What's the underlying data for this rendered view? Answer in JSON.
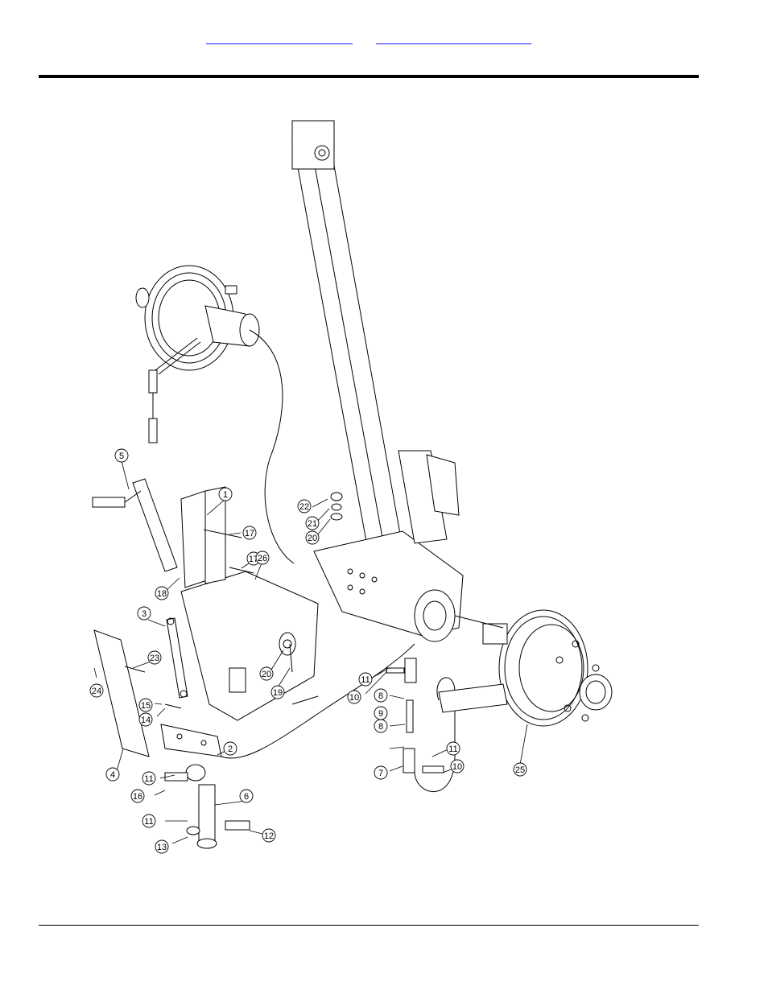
{
  "header": {
    "links": [
      {
        "text": ""
      },
      {
        "text": ""
      }
    ]
  },
  "drawing": {
    "callouts": [
      {
        "label": "1"
      },
      {
        "label": "2"
      },
      {
        "label": "3"
      },
      {
        "label": "4"
      },
      {
        "label": "5"
      },
      {
        "label": "6"
      },
      {
        "label": "7"
      },
      {
        "label": "8"
      },
      {
        "label": "9"
      },
      {
        "label": "8"
      },
      {
        "label": "10"
      },
      {
        "label": "10"
      },
      {
        "label": "11"
      },
      {
        "label": "11"
      },
      {
        "label": "11"
      },
      {
        "label": "11"
      },
      {
        "label": "12"
      },
      {
        "label": "13"
      },
      {
        "label": "14"
      },
      {
        "label": "15"
      },
      {
        "label": "16"
      },
      {
        "label": "17"
      },
      {
        "label": "17"
      },
      {
        "label": "18"
      },
      {
        "label": "19"
      },
      {
        "label": "20"
      },
      {
        "label": "20"
      },
      {
        "label": "21"
      },
      {
        "label": "22"
      },
      {
        "label": "23"
      },
      {
        "label": "24"
      },
      {
        "label": "25"
      },
      {
        "label": "26"
      }
    ]
  }
}
